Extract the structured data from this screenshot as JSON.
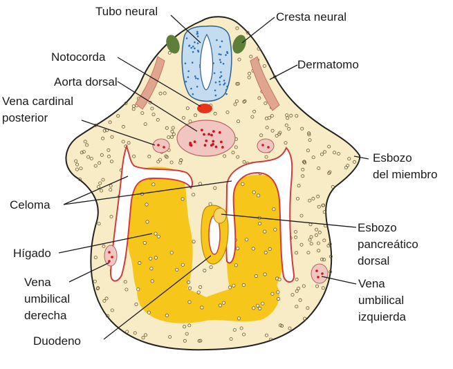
{
  "labels": {
    "tubo_neural": "Tubo neural",
    "cresta_neural": "Cresta neural",
    "notocorda": "Notocorda",
    "dermatomo": "Dermatomo",
    "aorta_dorsal": "Aorta dorsal",
    "vena_cardinal_1": "Vena cardinal",
    "vena_cardinal_2": "posterior",
    "esbozo_miembro_1": "Esbozo",
    "esbozo_miembro_2": "del miembro",
    "celoma": "Celoma",
    "esbozo_pancreatico_1": "Esbozo",
    "esbozo_pancreatico_2": "pancreático",
    "esbozo_pancreatico_3": "dorsal",
    "higado": "Hígado",
    "vena_umbilical_derecha_1": "Vena",
    "vena_umbilical_derecha_2": "umbilical",
    "vena_umbilical_derecha_3": "derecha",
    "vena_umbilical_izquierda_1": "Vena",
    "vena_umbilical_izquierda_2": "umbilical",
    "vena_umbilical_izquierda_3": "izquierda",
    "duodeno": "Duodeno"
  },
  "colors": {
    "mesenchyme": "#f7ecc6",
    "outline": "#222222",
    "neural_tube": "#c4dcef",
    "neural_tube_dots": "#2a6fb3",
    "neural_crest": "#5e7f3a",
    "dermatome": "#e0a58f",
    "notochord": "#e8341c",
    "aorta": "#f2c6c0",
    "blood_cells": "#d4111e",
    "coelom_lining": "#d23a3a",
    "liver": "#f6c61b",
    "cavity": "#ffffff"
  }
}
